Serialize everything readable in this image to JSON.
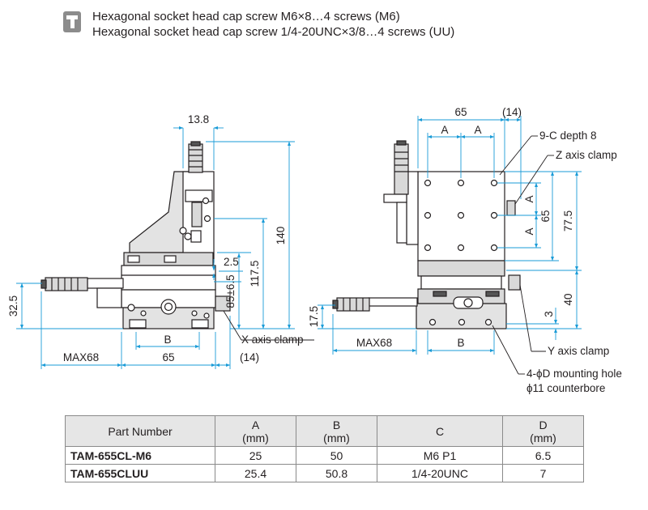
{
  "header": {
    "icon": "screw-icon",
    "line1": "Hexagonal socket head cap screw M6×8…4 screws (M6)",
    "line2": "Hexagonal socket head cap screw 1/4-20UNC×3/8…4 screws (UU)"
  },
  "left_view": {
    "dim_top": "13.8",
    "dim_140": "140",
    "dim_117": "117.5",
    "dim_85": "85±6.5",
    "dim_2_5": "2.5",
    "dim_32_5": "32.5",
    "dim_b": "B",
    "dim_max68": "MAX68",
    "dim_65": "65",
    "dim_14": "(14)",
    "label_x_clamp": "X axis clamp"
  },
  "right_view": {
    "dim_65": "65",
    "dim_14": "(14)",
    "dim_a1": "A",
    "dim_a2": "A",
    "dim_a_v1": "A",
    "dim_a_v2": "A",
    "dim_65_v": "65",
    "dim_77_5": "77.5",
    "dim_40": "40",
    "dim_3": "3",
    "dim_17_5": "17.5",
    "dim_max68": "MAX68",
    "dim_b": "B",
    "label_holes": "9-C depth 8",
    "label_z_clamp": "Z axis clamp",
    "label_y_clamp": "Y axis clamp",
    "label_mount1": "4-ϕD mounting hole",
    "label_mount2": "ϕ11 counterbore"
  },
  "table": {
    "headers": [
      {
        "name": "Part Number",
        "unit": ""
      },
      {
        "name": "A",
        "unit": "(mm)"
      },
      {
        "name": "B",
        "unit": "(mm)"
      },
      {
        "name": "C",
        "unit": ""
      },
      {
        "name": "D",
        "unit": "(mm)"
      }
    ],
    "rows": [
      {
        "part": "TAM-655CL-M6",
        "a": "25",
        "b": "50",
        "c": "M6 P1",
        "d": "6.5"
      },
      {
        "part": "TAM-655CLUU",
        "a": "25.4",
        "b": "50.8",
        "c": "1/4-20UNC",
        "d": "7"
      }
    ]
  },
  "colors": {
    "dimension_line": "#1a9bd7",
    "outline": "#231f20",
    "table_header_bg": "#e6e6e6",
    "icon_gray": "#8c8c8c"
  }
}
